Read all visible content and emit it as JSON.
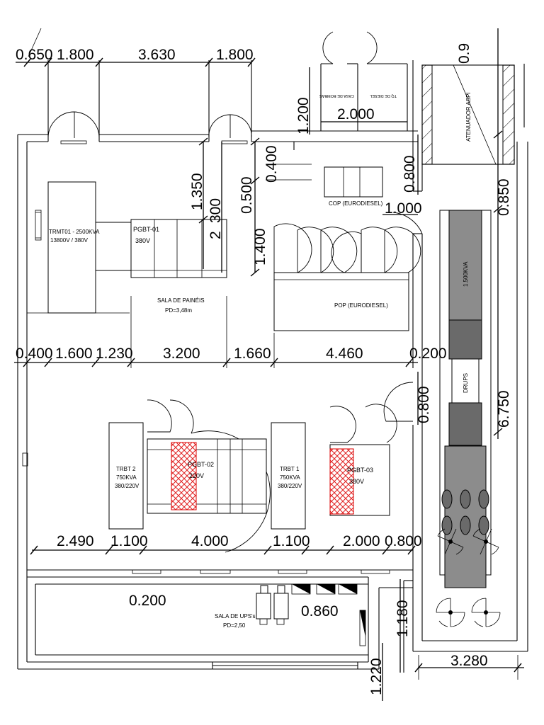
{
  "labels": {
    "trmt01_l1": "TRMT01 - 2500KVA",
    "trmt01_l2": "13800V / 380V",
    "pgbt01_l1": "PGBT-01",
    "pgbt01_l2": "380V",
    "sala_paineis_l1": "SALA DE PAINÉIS",
    "sala_paineis_l2": "PD=3,48m",
    "cop": "COP (EURODIESEL)",
    "pop": "POP (EURODIESEL)",
    "atenuador": "ATENUADOR ASPI",
    "casa_bombas": "CASA DE BOMBAS",
    "td_diesel": "TQ DE DIESEL",
    "genset": "1.500KVA",
    "drups": "DRUPS",
    "trbt2_l1": "TRBT 2",
    "trbt2_l2": "750KVA",
    "trbt2_l3": "380/220V",
    "pgbt02_l1": "PGBT-02",
    "pgbt02_l2": "220V",
    "trbt1_l1": "TRBT 1",
    "trbt1_l2": "750KVA",
    "trbt1_l3": "380/220V",
    "pgbt03_l1": "PGBT-03",
    "pgbt03_l2": "380V",
    "sala_ups_l1": "SALA DE UPS's",
    "sala_ups_l2": "PD=2,50"
  },
  "dimensions": {
    "top_0650": "0.650",
    "top_1800a": "1.800",
    "top_3630": "3.630",
    "top_1800b": "1.800",
    "v_1200": "1.200",
    "h_2000_top": "2.000",
    "v_1350": "1.350",
    "v_300": "300",
    "v_2": "2",
    "v_0500": "0.500",
    "v_0400": "0.400",
    "v_0800_a": "0.800",
    "v_1400": "1.400",
    "h_1000": "1.000",
    "v_0850": "0.850",
    "v_09": "0.9",
    "row1_0400": "0.400",
    "row1_1600": "1.600",
    "row1_1230": "1.230",
    "row1_3200": "3.200",
    "row1_1660": "1.660",
    "row1_4460": "4.460",
    "row1_0200": "0.200",
    "v_0800_b": "0.800",
    "v_6750": "6.750",
    "row2_2490": "2.490",
    "row2_1100a": "1.100",
    "row2_4000": "4.000",
    "row2_1100b": "1.100",
    "row2_2000": "2.000",
    "row2_0800": "0.800",
    "b_0200": "0.200",
    "b_0860": "0.860",
    "v_1180": "1.180",
    "v_1220": "1.220",
    "b_3280": "3.280"
  },
  "colors": {
    "hatch_red": "#e02020",
    "equipment_grey": "#8c8c8c",
    "equipment_dark": "#6a6a6a"
  }
}
